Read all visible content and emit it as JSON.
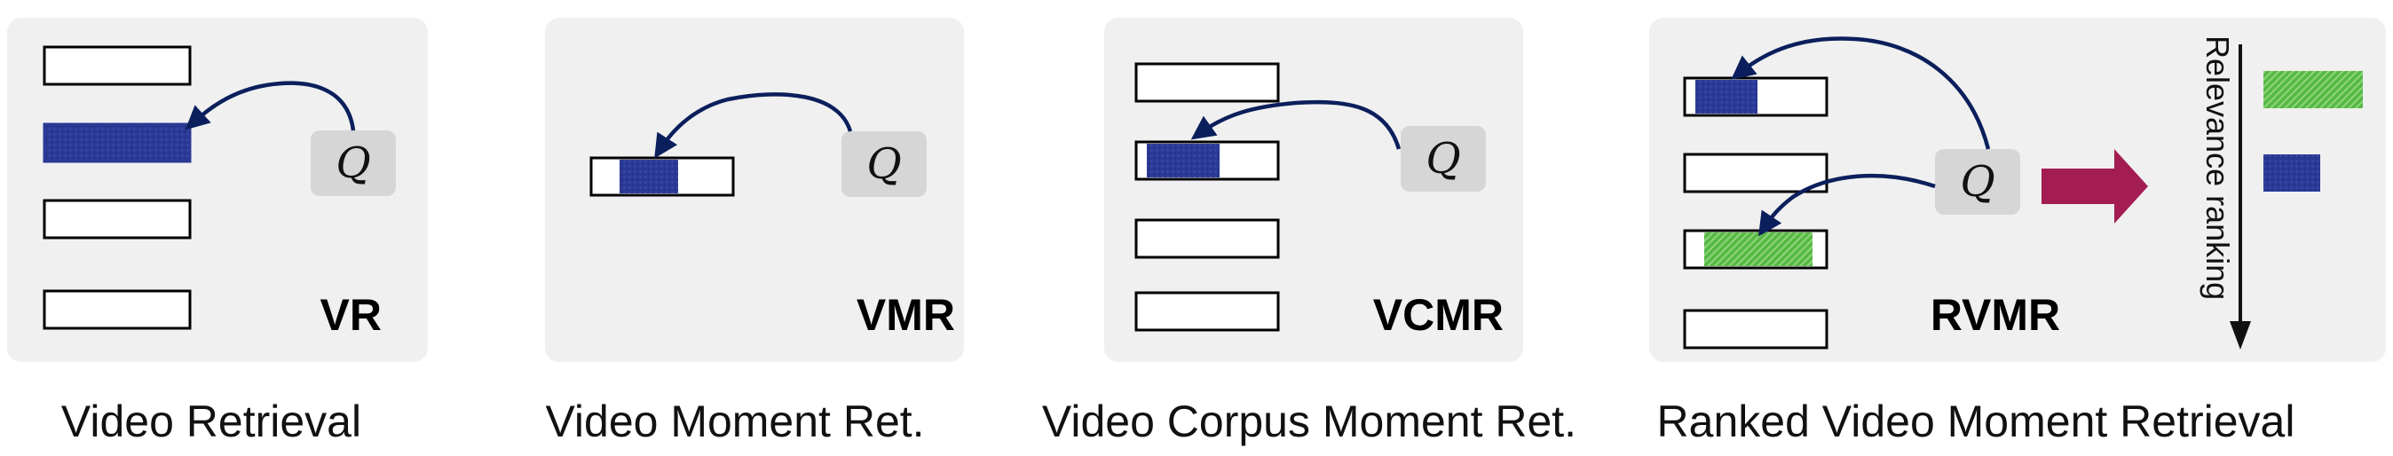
{
  "panels": [
    {
      "id": "vr",
      "abbr": "VR",
      "caption": "Video Retrieval"
    },
    {
      "id": "vmr",
      "abbr": "VMR",
      "caption": "Video Moment Ret."
    },
    {
      "id": "vcmr",
      "abbr": "VCMR",
      "caption": "Video Corpus Moment Ret."
    },
    {
      "id": "rvmr",
      "abbr": "RVMR",
      "caption": "Ranked Video Moment Retrieval"
    }
  ],
  "query_symbol": "Q",
  "ranking_axis_label": "Relevance ranking",
  "colors": {
    "moment_blue": "#2b3a96",
    "moment_green": "#52b540",
    "query_arrow": "#0b1f5c",
    "ranking_arrow": "#a31d52",
    "panel_background": "#f0f0f0"
  }
}
